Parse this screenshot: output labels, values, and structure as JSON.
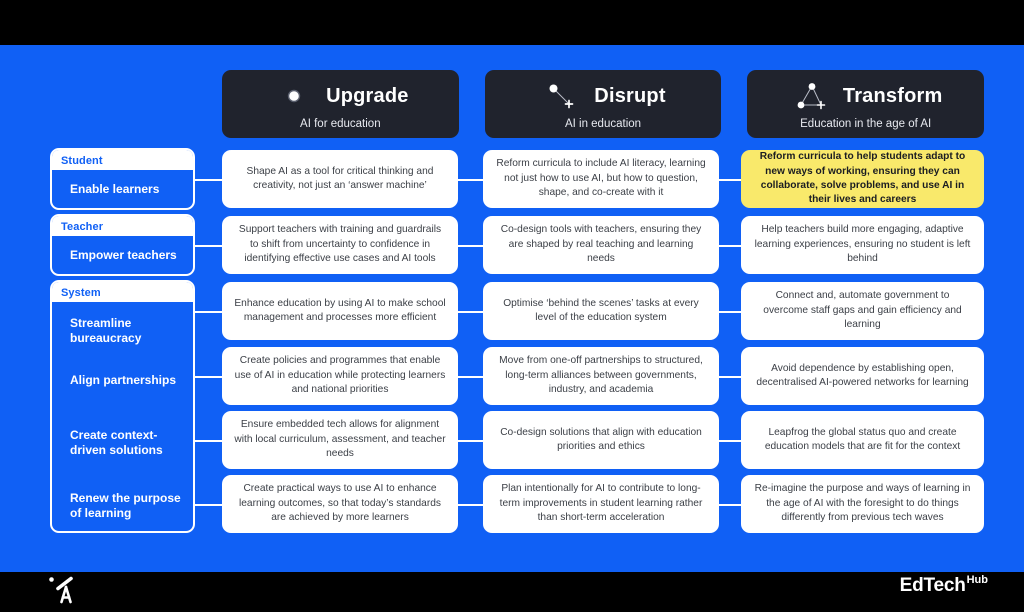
{
  "theme": {
    "background_black": "#000000",
    "slide_blue": "#1060f5",
    "card_dark": "#20232d",
    "card_white": "#ffffff",
    "highlight_yellow": "#f9e96b",
    "body_text": "#3b3f46"
  },
  "columns": [
    {
      "icon": "single-dot-icon",
      "title": "Upgrade",
      "subtitle": "AI for education"
    },
    {
      "icon": "two-point-line-icon",
      "title": "Disrupt",
      "subtitle": "AI in education"
    },
    {
      "icon": "triangle-constellation-icon",
      "title": "Transform",
      "subtitle": "Education in the age of AI"
    }
  ],
  "groups": [
    {
      "category": "Student",
      "items": [
        "Enable learners"
      ]
    },
    {
      "category": "Teacher",
      "items": [
        "Empower teachers"
      ]
    },
    {
      "category": "System",
      "items": [
        "Streamline bureaucracy",
        "Align partnerships",
        "Create context-driven solutions",
        "Renew the purpose of learning"
      ]
    }
  ],
  "rows": [
    {
      "label": "Enable learners",
      "cells": [
        {
          "text": "Shape AI as a tool for critical thinking and creativity, not just an ‘answer machine’",
          "highlight": false
        },
        {
          "text": "Reform curricula to include AI literacy, learning not just how to use AI, but how to question, shape, and co-create with it",
          "highlight": false
        },
        {
          "text": "Reform curricula to help students adapt to new ways of working, ensuring they can collaborate, solve problems, and use AI in their lives and careers",
          "highlight": true
        }
      ]
    },
    {
      "label": "Empower teachers",
      "cells": [
        {
          "text": "Support teachers with training and guardrails to shift from uncertainty to confidence in identifying effective use cases and AI tools",
          "highlight": false
        },
        {
          "text": "Co-design tools with teachers, ensuring they are shaped by real teaching and learning needs",
          "highlight": false
        },
        {
          "text": "Help teachers build more engaging, adaptive learning experiences, ensuring no student is left behind",
          "highlight": false
        }
      ]
    },
    {
      "label": "Streamline bureaucracy",
      "cells": [
        {
          "text": "Enhance education by using AI to make school management and processes more efficient",
          "highlight": false
        },
        {
          "text": "Optimise ‘behind the scenes’ tasks at every level of the education system",
          "highlight": false
        },
        {
          "text": "Connect and, automate government to overcome staff gaps and gain efficiency and learning",
          "highlight": false
        }
      ]
    },
    {
      "label": "Align partnerships",
      "cells": [
        {
          "text": "Create policies and programmes that enable use of AI in education while protecting learners and national priorities",
          "highlight": false
        },
        {
          "text": "Move from one-off partnerships to structured, long-term alliances between governments, industry, and academia",
          "highlight": false
        },
        {
          "text": "Avoid dependence by establishing open, decentralised AI-powered networks for learning",
          "highlight": false
        }
      ]
    },
    {
      "label": "Create context-driven solutions",
      "cells": [
        {
          "text": "Ensure embedded tech allows for alignment with local curriculum, assessment, and teacher needs",
          "highlight": false
        },
        {
          "text": "Co-design solutions that align with education priorities and ethics",
          "highlight": false
        },
        {
          "text": "Leapfrog the global status quo and create education models that are fit for the context",
          "highlight": false
        }
      ]
    },
    {
      "label": "Renew the purpose of learning",
      "cells": [
        {
          "text": "Create practical ways to use AI to enhance learning outcomes, so that today’s standards are achieved by more learners",
          "highlight": false
        },
        {
          "text": "Plan intentionally for AI to contribute to long-term improvements in student learning rather than short-term acceleration",
          "highlight": false
        },
        {
          "text": "Re-imagine the purpose and ways of learning in the age of AI with the foresight to do things differently from previous tech waves",
          "highlight": false
        }
      ]
    }
  ],
  "footer": {
    "telescope_icon": "telescope-icon",
    "logo_main": "EdTech",
    "logo_sup": "Hub"
  }
}
